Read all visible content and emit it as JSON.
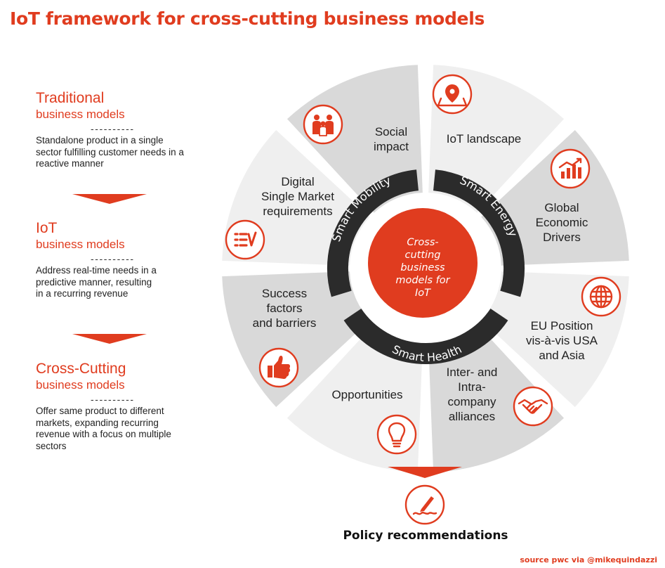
{
  "title": "IoT framework for cross-cutting business models",
  "models": [
    {
      "heading": "Traditional",
      "subheading": "business models",
      "divider": "----------",
      "description": [
        "Standalone product in a single",
        "sector fulfilling customer needs in a",
        "reactive manner"
      ]
    },
    {
      "heading": "IoT",
      "subheading": "business models",
      "divider": "----------",
      "description": [
        "Address real-time needs in a",
        "predictive manner, resulting",
        "in a recurring revenue"
      ]
    },
    {
      "heading": "Cross-Cutting",
      "subheading": "business models",
      "divider": "----------",
      "description": [
        "Offer same product to different",
        "markets, expanding recurring",
        "revenue with a focus on multiple",
        "sectors"
      ]
    }
  ],
  "wheel": {
    "segments": [
      {
        "label": [
          "IoT landscape"
        ],
        "icon": "map-pin-icon"
      },
      {
        "label": [
          "Global",
          "Economic",
          "Drivers"
        ],
        "icon": "growth-chart-icon"
      },
      {
        "label": [
          "EU Position",
          "vis-à-vis USA",
          "and Asia"
        ],
        "icon": "globe-icon"
      },
      {
        "label": [
          "Inter- and",
          "Intra-",
          "company",
          "alliances"
        ],
        "icon": "handshake-icon"
      },
      {
        "label": [
          "Opportunities"
        ],
        "icon": "lightbulb-icon"
      },
      {
        "label": [
          "Success",
          "factors",
          "and barriers"
        ],
        "icon": "thumbs-up-icon"
      },
      {
        "label": [
          "Digital",
          "Single Market",
          "requirements"
        ],
        "icon": "checklist-icon"
      },
      {
        "label": [
          "Social",
          "impact"
        ],
        "icon": "people-icon"
      }
    ],
    "ring": [
      "Smart Mobility",
      "Smart Energy",
      "Smart Health"
    ],
    "center": [
      "Cross-",
      "cutting",
      "business",
      "models for",
      "IoT"
    ]
  },
  "policy": {
    "label": "Policy recommendations",
    "icon": "pen-signature-icon"
  },
  "source": "source pwc via @mikequindazzi",
  "colors": {
    "accent": "#e03c1f",
    "ring": "#2b2b2b",
    "segment_dark": "#d9d9d9",
    "segment_light": "#efefef"
  }
}
